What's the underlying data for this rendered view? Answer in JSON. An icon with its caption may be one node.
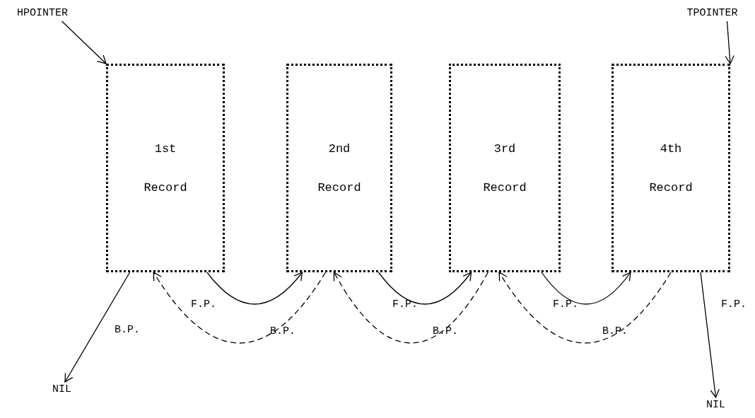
{
  "diagram": {
    "nodes": [
      {
        "text": [
          "HPOINTER"
        ]
      },
      {
        "text": [
          "TPOINTER"
        ]
      },
      {
        "text": [
          "1st Record"
        ]
      },
      {
        "text": [
          "2nd Record"
        ]
      },
      {
        "text": [
          "3rd Record"
        ]
      },
      {
        "text": [
          "4th Record"
        ]
      },
      {
        "text": [
          "NIL"
        ]
      },
      {
        "text": [
          "NIL"
        ]
      }
    ],
    "edges": [
      {
        "from": 0,
        "to": 2,
        "arrow": "to"
      },
      {
        "from": 1,
        "to": 5,
        "arrow": "to"
      },
      {
        "from": 2,
        "to": 6,
        "arrow": "to",
        "label": "B.P."
      },
      {
        "from": 2,
        "to": 3,
        "arrow": "to",
        "label": "F.P."
      },
      {
        "from": 3,
        "to": 2,
        "arrow": "to",
        "label": "B.P.",
        "style": "dashed"
      },
      {
        "from": 3,
        "to": 4,
        "arrow": "to",
        "label": "F.P."
      },
      {
        "from": 4,
        "to": 3,
        "arrow": "to",
        "label": "B.P.",
        "style": "dashed"
      },
      {
        "from": 4,
        "to": 5,
        "arrow": "to",
        "label": "F.P."
      },
      {
        "from": 5,
        "to": 4,
        "arrow": "to",
        "label": "B.P.",
        "style": "dashed"
      },
      {
        "from": 5,
        "to": 7,
        "arrow": "to",
        "label": "F.P."
      }
    ]
  }
}
